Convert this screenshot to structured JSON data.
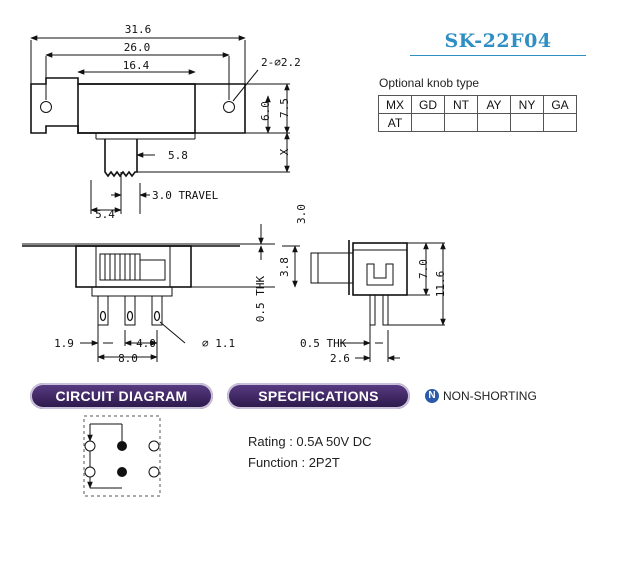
{
  "header": {
    "model": "SK-22F04"
  },
  "knob_options": {
    "label": "Optional knob type",
    "row1": [
      "MX",
      "GD",
      "NT",
      "AY",
      "NY",
      "GA"
    ],
    "row2": [
      "AT",
      "",
      "",
      "",
      "",
      ""
    ]
  },
  "top_view": {
    "dims": {
      "overall_width": "31.6",
      "mount_hole_span": "26.0",
      "body_width": "16.4",
      "holes": "2-∅2.2",
      "height_6": "6.0",
      "height_75": "7.5",
      "knob_width": "5.8",
      "x": "X",
      "travel": "3.0 TRAVEL",
      "offset": "5.4"
    }
  },
  "front_view": {
    "dims": {
      "pin_offset": "1.9",
      "pin_pitch": "4.0",
      "pin_hole": "∅ 1.1",
      "pin_span": "8.0",
      "thk": "0.5 THK",
      "height_38": "3.8",
      "height_30": "3.0"
    }
  },
  "side_view": {
    "dims": {
      "height_70": "7.0",
      "height_116": "11.6",
      "thk": "0.5 THK",
      "width_26": "2.6"
    }
  },
  "badges": {
    "circuit": "CIRCUIT DIAGRAM",
    "specifications": "SPECIFICATIONS",
    "non_shorting": "NON-SHORTING",
    "ns_glyph": "N"
  },
  "specs": {
    "rating": "Rating : 0.5A 50V DC",
    "function": "Function : 2P2T"
  }
}
